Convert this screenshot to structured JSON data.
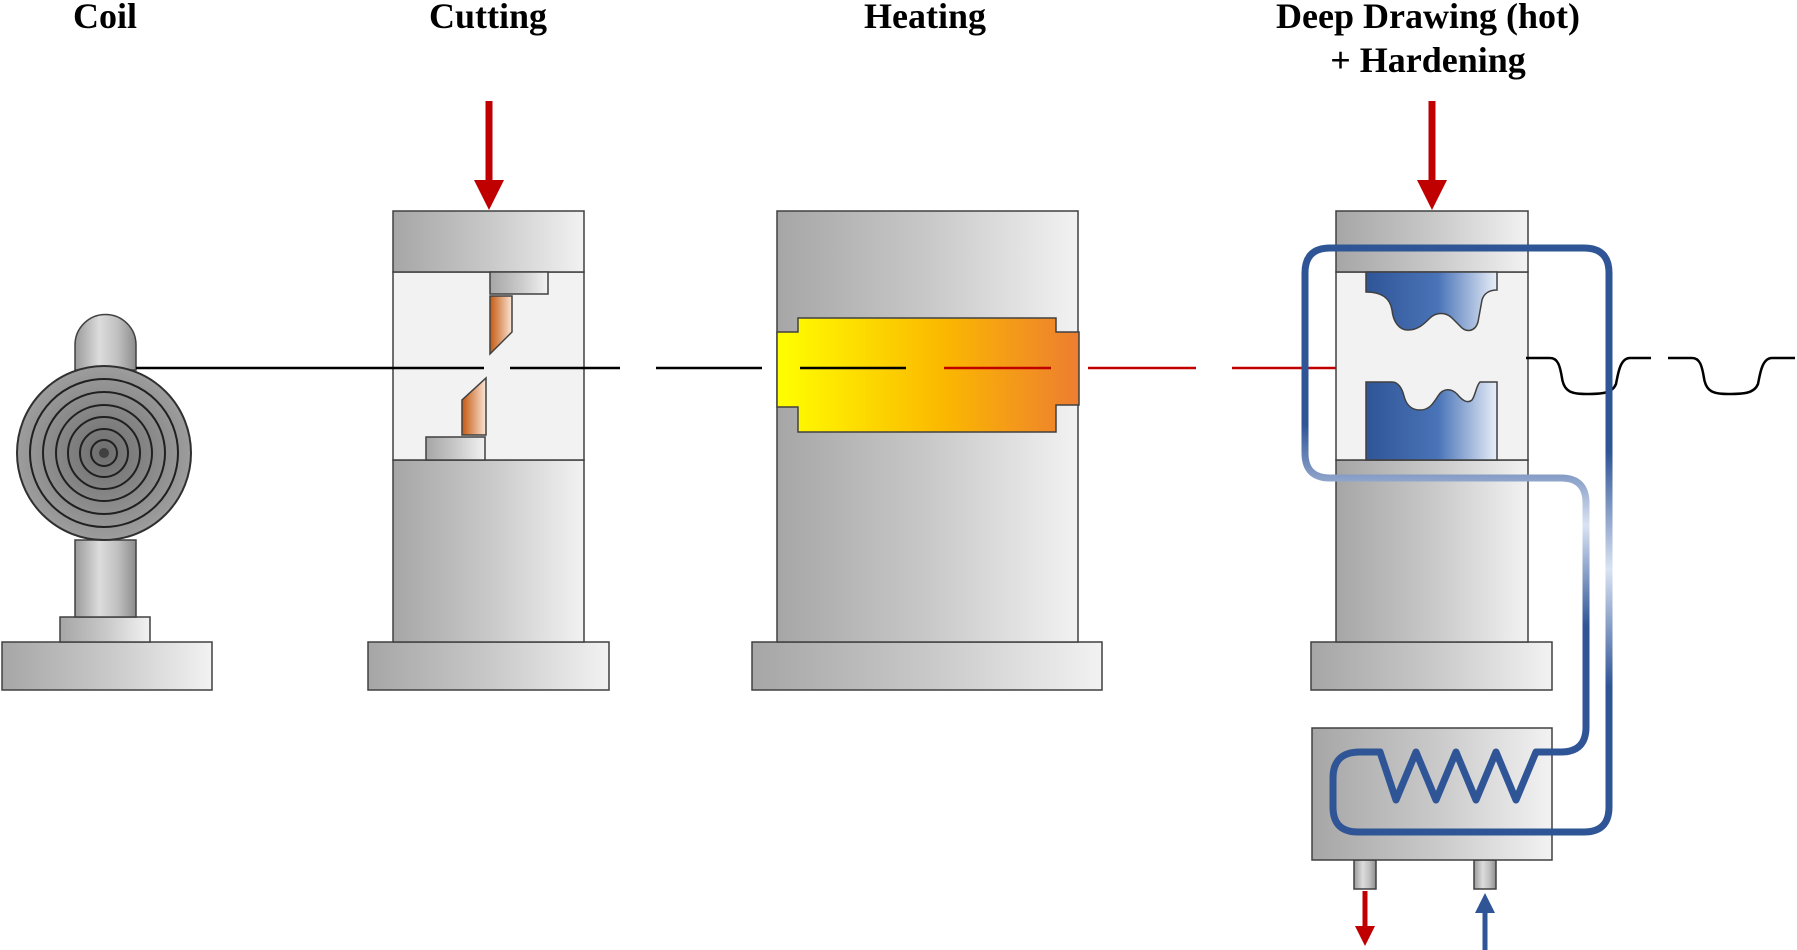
{
  "stages": {
    "coil": "Coil",
    "cutting": "Cutting",
    "heating": "Heating",
    "deep_drawing_line1": "Deep Drawing (hot)",
    "deep_drawing_line2": "+ Hardening"
  },
  "colors": {
    "press_force_arrow": "#c00000",
    "hot_strip": "#c00000",
    "cold_strip": "#000000",
    "coolant": "#2f5597",
    "cut_blade": "#c55a11",
    "heating_start": "#ffff00",
    "heating_end": "#ed7d31"
  },
  "icons": {
    "coil": "steel-coil-icon",
    "cutting_press": "press-icon",
    "furnace": "furnace-icon",
    "forming_press": "press-icon",
    "heat_exchanger": "heat-exchanger-icon"
  }
}
